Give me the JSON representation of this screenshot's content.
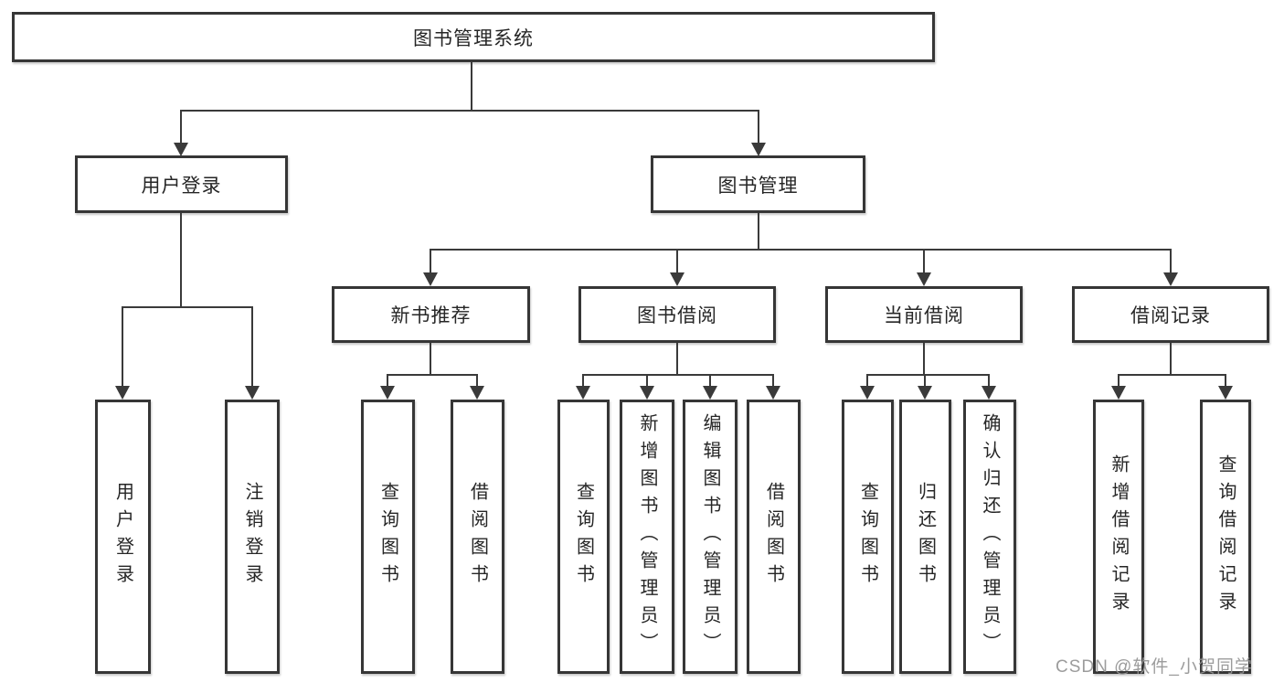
{
  "diagram": {
    "root": {
      "label": "图书管理系统"
    },
    "level2": {
      "user_login": {
        "label": "用户登录"
      },
      "book_management": {
        "label": "图书管理"
      }
    },
    "level3": {
      "new_book": {
        "label": "新书推荐"
      },
      "book_borrow": {
        "label": "图书借阅"
      },
      "current_borrow": {
        "label": "当前借阅"
      },
      "borrow_records": {
        "label": "借阅记录"
      }
    },
    "leaves": {
      "user_login": [
        "用户登录",
        "注销登录"
      ],
      "new_book": [
        "查询图书",
        "借阅图书"
      ],
      "book_borrow": [
        "查询图书",
        "新增图书（管理员）",
        "编辑图书（管理员）",
        "借阅图书"
      ],
      "current_borrow": [
        "查询图书",
        "归还图书",
        "确认归还（管理员）"
      ],
      "borrow_records": [
        "新增借阅记录",
        "查询借阅记录"
      ]
    }
  },
  "watermark": {
    "text": "CSDN @软件_小贺同学"
  },
  "colors": {
    "line": "#3a3a3a",
    "box_border": "#363636",
    "box_fill": "#ffffff",
    "text": "#262626",
    "watermark": "#949494",
    "background": "#ffffff"
  }
}
